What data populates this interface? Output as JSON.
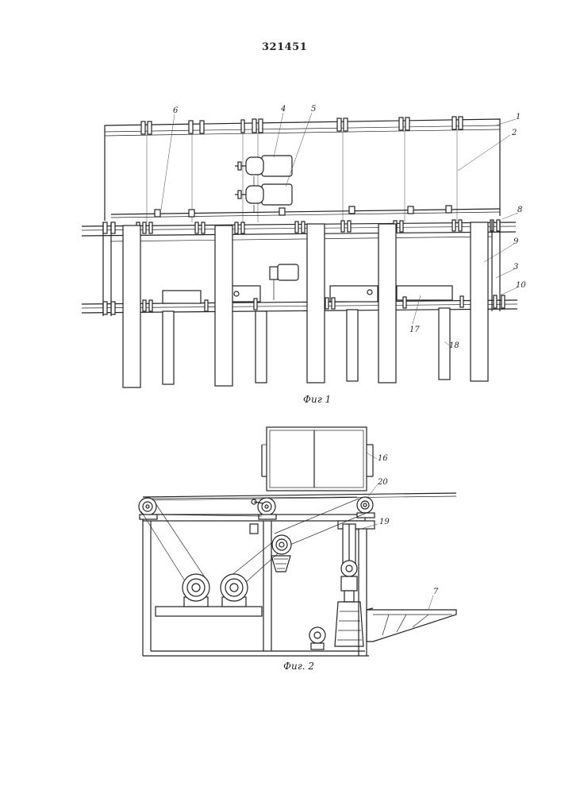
{
  "document": {
    "number": "321451"
  },
  "figure1": {
    "caption": "Фиг 1",
    "labels": {
      "l1": "1",
      "l2": "2",
      "l3": "3",
      "l4": "4",
      "l5": "5",
      "l6": "6",
      "l8": "8",
      "l9": "9",
      "l10": "10",
      "l17": "17",
      "l18": "18"
    }
  },
  "figure2": {
    "caption": "Фиг. 2",
    "labels": {
      "l7": "7",
      "l16": "16",
      "l19": "19",
      "l20": "20"
    }
  }
}
